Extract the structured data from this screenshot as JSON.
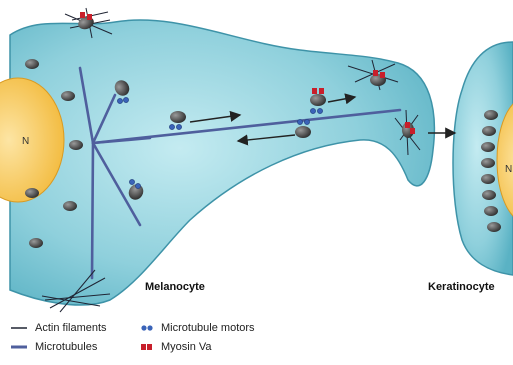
{
  "cells": {
    "melanocyte_label": "Melanocyte",
    "keratinocyte_label": "Keratinocyte",
    "nucleus_label": "N",
    "keratinocyte_nucleus_label": "N"
  },
  "legend": {
    "actin": "Actin filaments",
    "microtubules": "Microtubules",
    "motors": "Microtubule motors",
    "myosin": "Myosin Va"
  },
  "colors": {
    "cell_fill": "#8fd0dc",
    "cell_edge": "#3e93a8",
    "nucleus": "#f6c653",
    "microtubule": "#4f5f9d",
    "actin": "#1f2433",
    "motor": "#3a63b8",
    "myosin": "#c81f2b",
    "melanosome": "#4a4a4a"
  }
}
